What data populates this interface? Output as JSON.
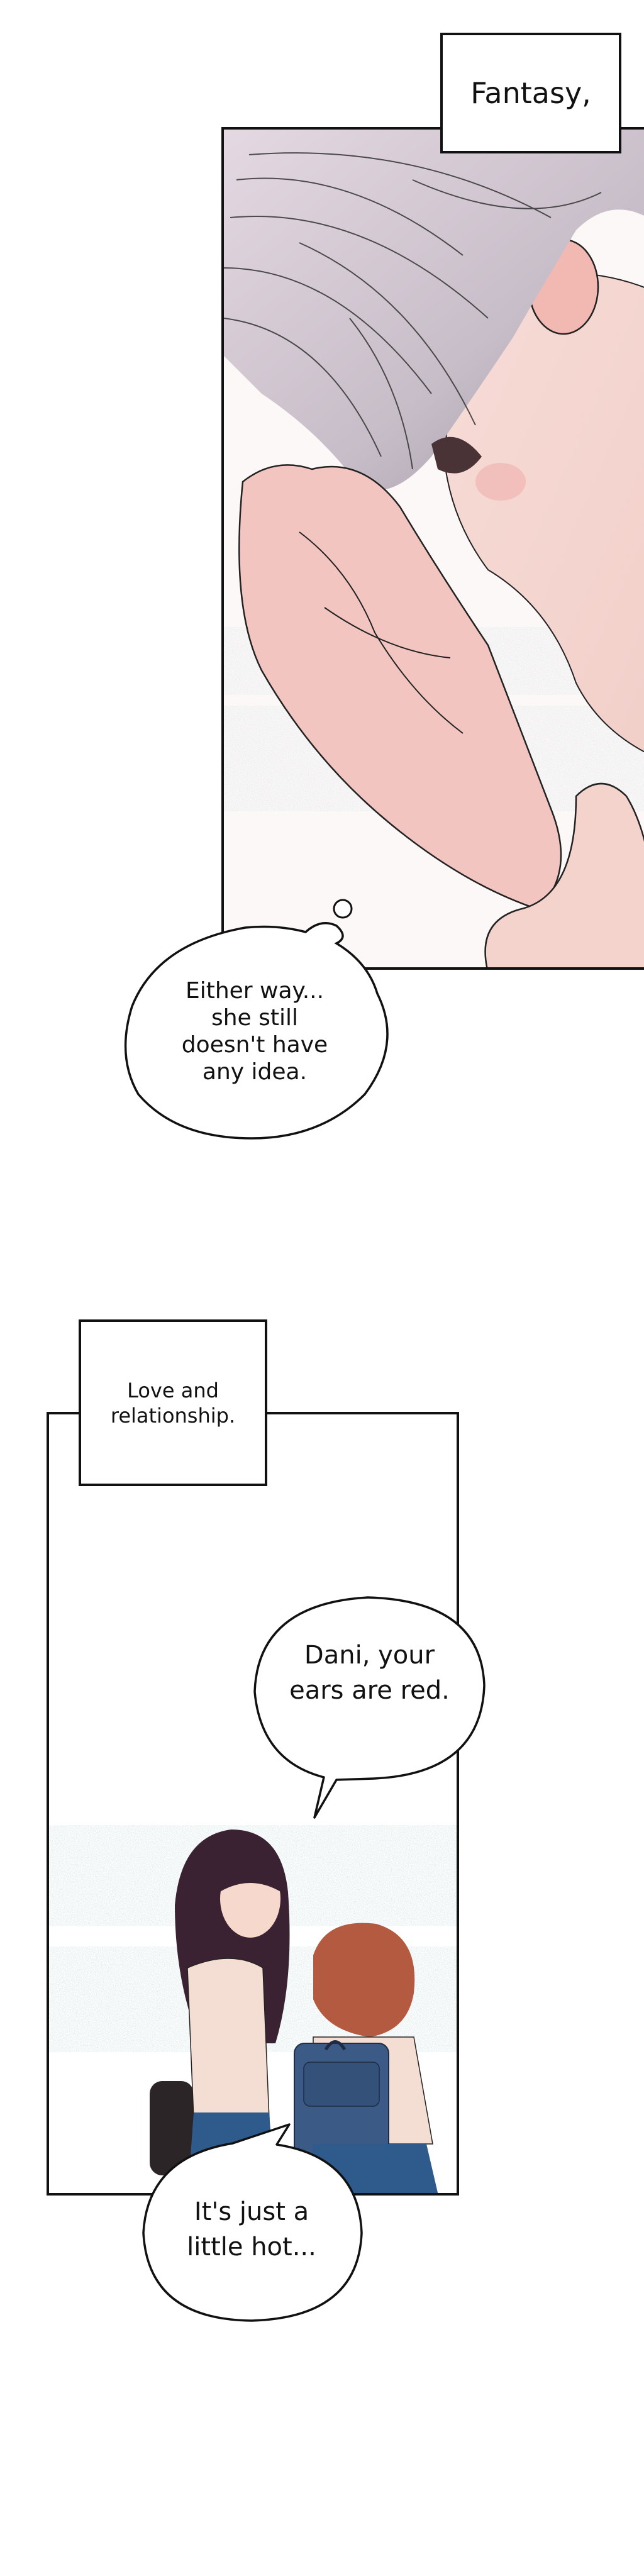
{
  "page": {
    "background": "#ffffff",
    "type": "vertical comic strip (webtoon)"
  },
  "panel1": {
    "caption": "Fantasy,",
    "thought_bubble": "Either way...\nshe still\ndoesn't have\nany idea.",
    "colors": {
      "hair": "#b5aebb",
      "hair_light": "#ddd2dc",
      "skin": "#f5d9d4",
      "skin_shadow": "#eea8a6",
      "speckle": "#a9c4c4"
    }
  },
  "panel2": {
    "caption": "Love and\nrelationship.",
    "speech_bubble_1": "Dani, your\nears are red.",
    "speech_bubble_2": "It's just a\nlittle hot...",
    "colors": {
      "dark_hair": "#3a2232",
      "red_hair": "#b35a40",
      "shirt": "#f4ddd3",
      "skirt": "#2f5a8c",
      "backpack": "#3b5a86",
      "bag": "#2b2527",
      "speckle": "#a9c4c4"
    }
  }
}
